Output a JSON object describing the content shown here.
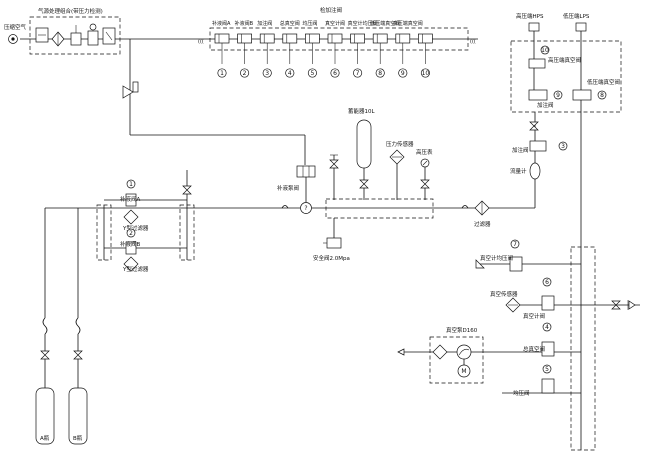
{
  "labels": {
    "air_source": "压缩空气",
    "air_treatment": "气源处理组合(带压力检测)",
    "charge_valve_group": "检加注阀",
    "port_mark": "(((",
    "joint_mark": "?",
    "vent_valve": "补液泵阀",
    "reservoir": "蓄能器10L",
    "pressure_sensor": "压力传感器",
    "pressure_gauge": "高压表",
    "safety_valve": "安全阀2.0Mpa",
    "outlet_filter": "过滤器",
    "bottle_a": "A瓶",
    "bottle_b": "B瓶",
    "feed_valve_a": "补液阀A",
    "feed_valve_b": "补液阀B",
    "y_filter": "Y型过滤器",
    "hp_port_9": "高压端HPS",
    "hp_port_8": "低压端LPS",
    "hp_vacuum_valve": "高压端真空阀",
    "lp_vacuum_valve": "低压端真空阀",
    "charge_valve": "加注阀",
    "flowmeter": "流量计",
    "vac_gauge_valve": "真空计均压阀",
    "vac_sensor": "真空传感器",
    "vac_meter_valve": "真空计阀",
    "vacuum_pump": "真空泵D160",
    "motor_mark": "M",
    "total_vac_valve": "总真空阀",
    "balance_valve": "均压阀",
    "num_1": "1",
    "num_2": "2",
    "num_3": "3",
    "num_4": "4",
    "num_5": "5",
    "num_6": "6",
    "num_7": "7",
    "num_8": "8",
    "num_9": "9",
    "num_10": "10"
  },
  "manifold_valves": [
    {
      "num": "1",
      "label": "补液阀A"
    },
    {
      "num": "2",
      "label": "补液阀B"
    },
    {
      "num": "3",
      "label": "加注阀"
    },
    {
      "num": "4",
      "label": "总真空阀"
    },
    {
      "num": "5",
      "label": "均压阀"
    },
    {
      "num": "6",
      "label": "真空计阀"
    },
    {
      "num": "7",
      "label": "真空计均压阀"
    },
    {
      "num": "8",
      "label": "低压端真空阀"
    },
    {
      "num": "9",
      "label": "高压端真空阀"
    },
    {
      "num": "10",
      "label": ""
    }
  ]
}
